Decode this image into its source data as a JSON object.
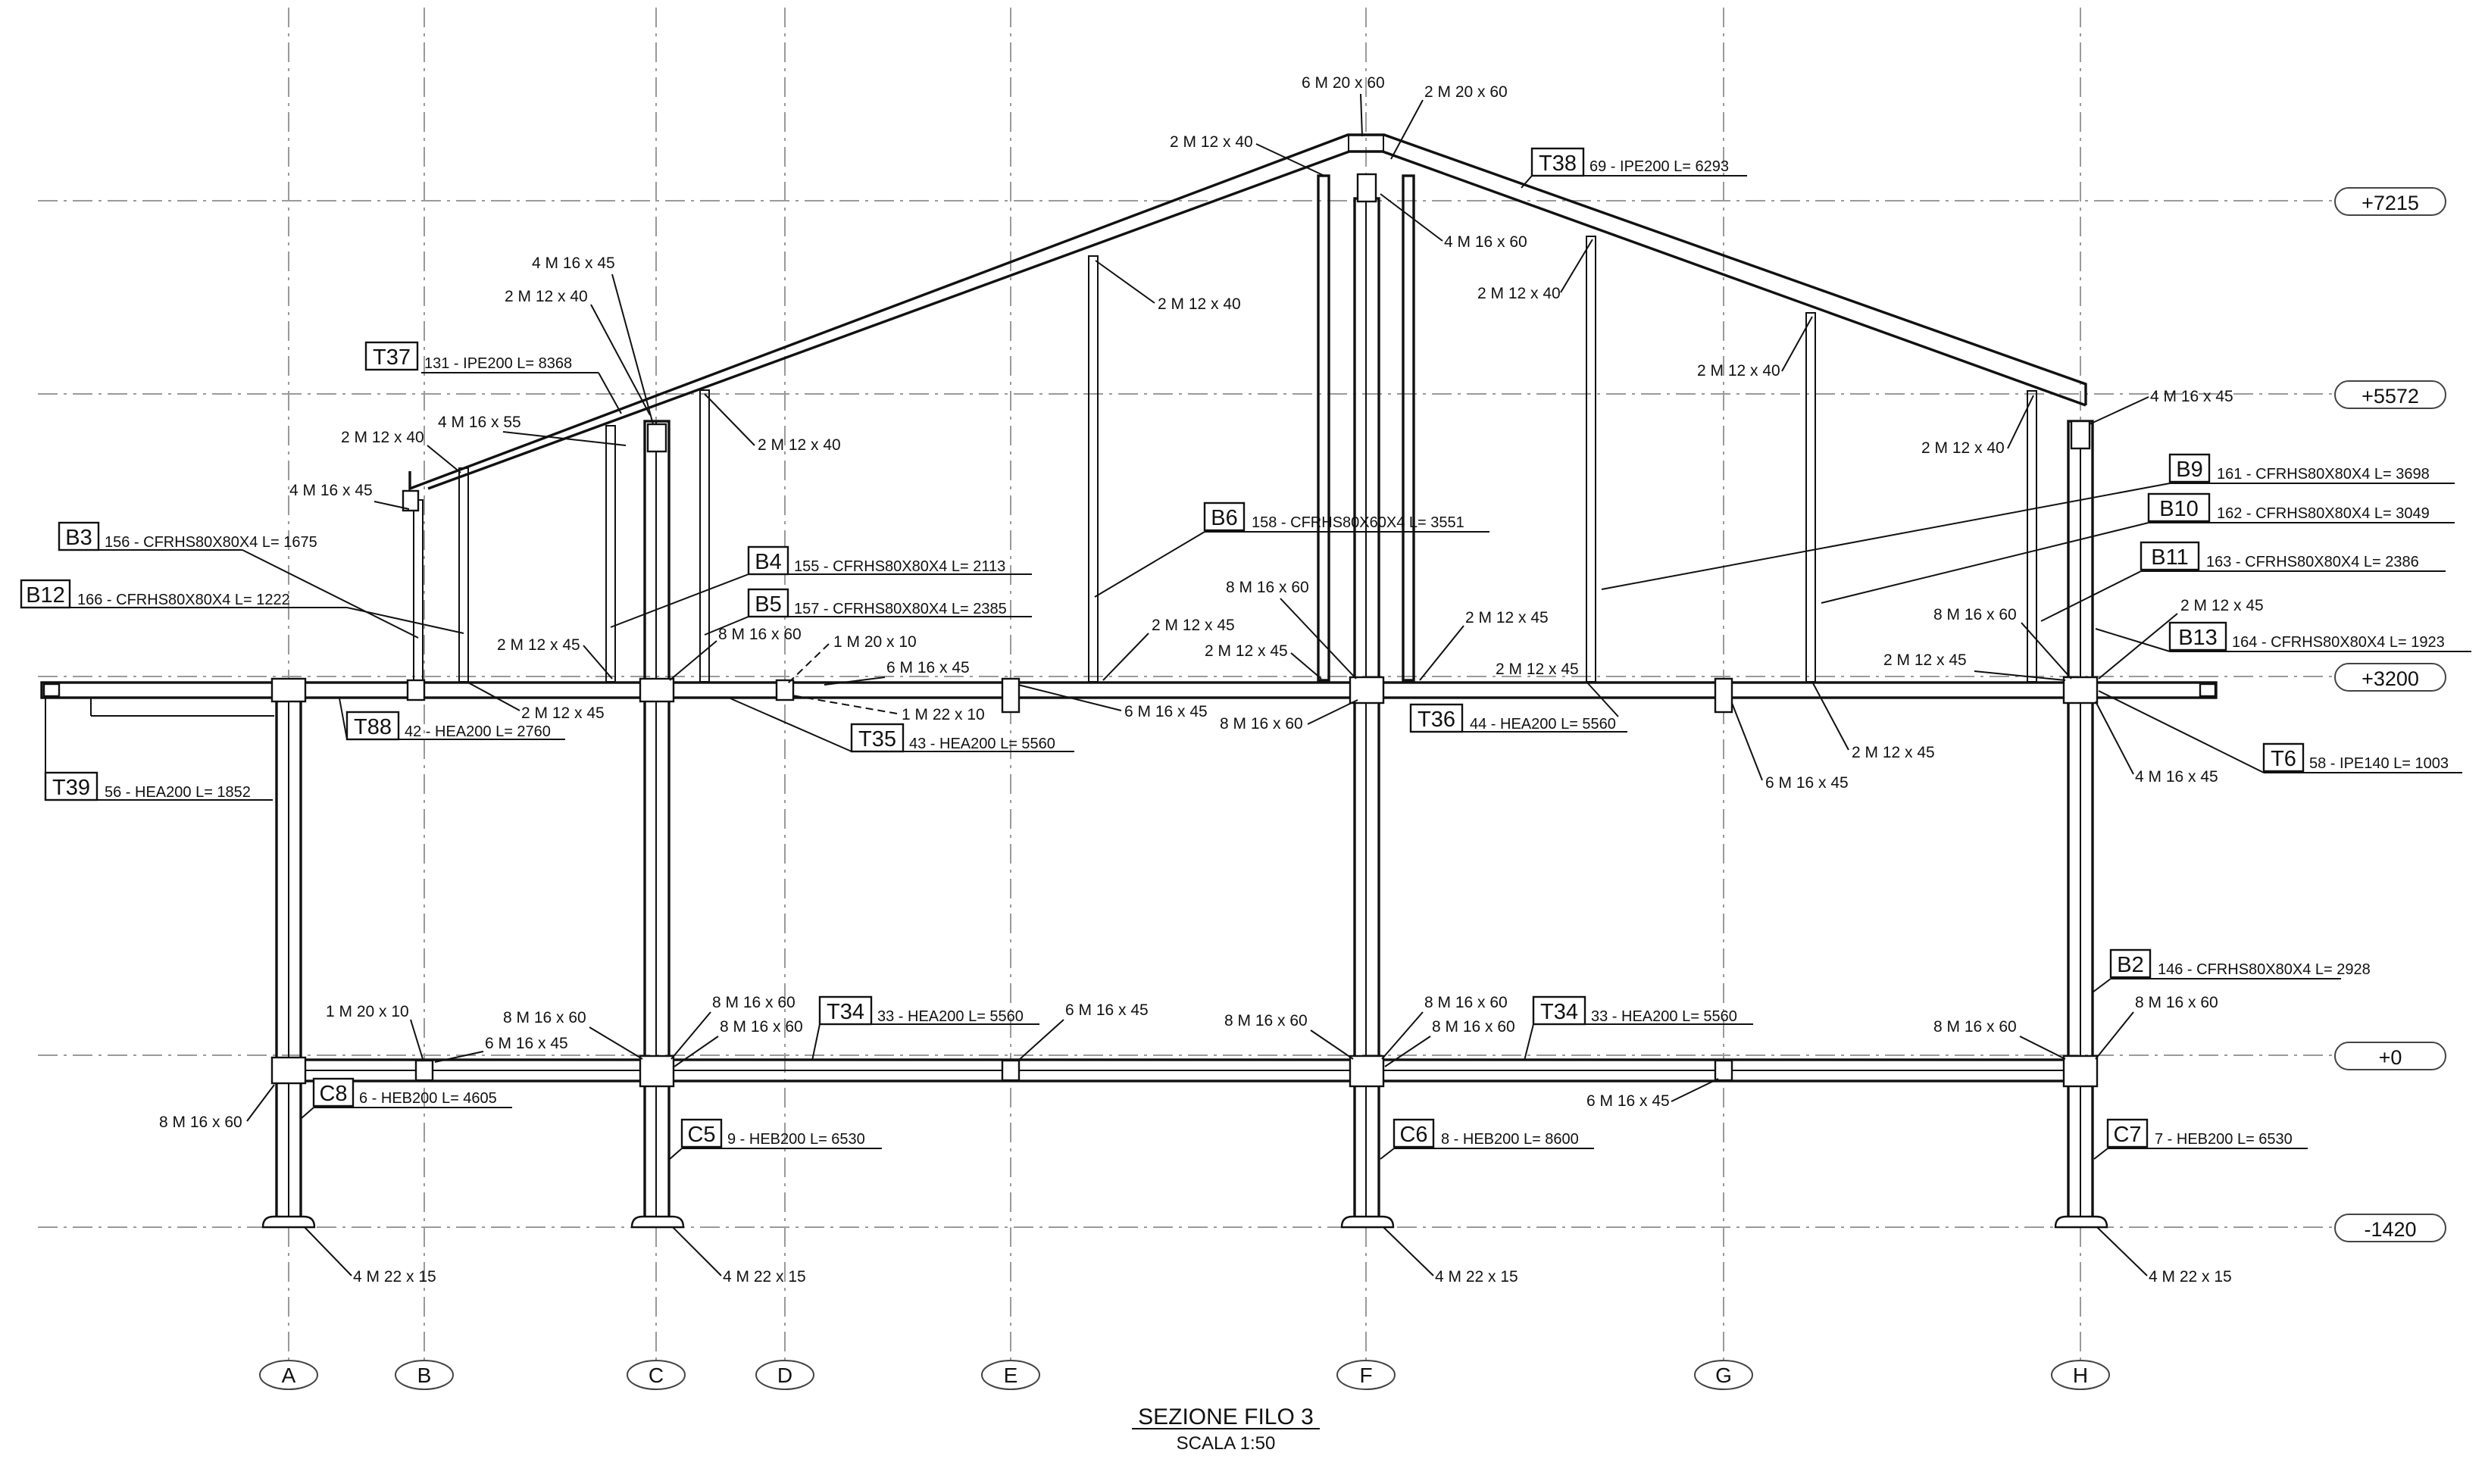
{
  "title": "SEZIONE FILO 3",
  "scale": "SCALA 1:50",
  "grid_axes": [
    "A",
    "B",
    "C",
    "D",
    "E",
    "F",
    "G",
    "H"
  ],
  "levels": [
    "+7215",
    "+5572",
    "+3200",
    "+0",
    "-1420"
  ],
  "members": {
    "T37": {
      "tag": "T37",
      "desc": "131 - IPE200  L= 8368"
    },
    "T38": {
      "tag": "T38",
      "desc": "69 - IPE200  L= 6293"
    },
    "B3": {
      "tag": "B3",
      "desc": "156 - CFRHS80X80X4  L= 1675"
    },
    "B12": {
      "tag": "B12",
      "desc": "166 - CFRHS80X80X4  L= 1222"
    },
    "B4": {
      "tag": "B4",
      "desc": "155 - CFRHS80X80X4  L= 2113"
    },
    "B5": {
      "tag": "B5",
      "desc": "157 - CFRHS80X80X4  L= 2385"
    },
    "B6": {
      "tag": "B6",
      "desc": "158 - CFRHS80X60X4  L= 3551"
    },
    "B9": {
      "tag": "B9",
      "desc": "161 - CFRHS80X80X4  L= 3698"
    },
    "B10": {
      "tag": "B10",
      "desc": "162 - CFRHS80X80X4  L= 3049"
    },
    "B11": {
      "tag": "B11",
      "desc": "163 - CFRHS80X80X4  L= 2386"
    },
    "B13": {
      "tag": "B13",
      "desc": "164 - CFRHS80X80X4  L= 1923"
    },
    "T88": {
      "tag": "T88",
      "desc": "42 - HEA200  L= 2760"
    },
    "T35": {
      "tag": "T35",
      "desc": "43 - HEA200  L= 5560"
    },
    "T36": {
      "tag": "T36",
      "desc": "44 - HEA200  L= 5560"
    },
    "T39": {
      "tag": "T39",
      "desc": "56 - HEA200  L= 1852"
    },
    "T6": {
      "tag": "T6",
      "desc": "58 - IPE140  L= 1003"
    },
    "T34a": {
      "tag": "T34",
      "desc": "33 - HEA200  L= 5560"
    },
    "T34b": {
      "tag": "T34",
      "desc": "33 - HEA200  L= 5560"
    },
    "B2": {
      "tag": "B2",
      "desc": "146 - CFRHS80X80X4  L= 2928"
    },
    "C8": {
      "tag": "C8",
      "desc": "6 - HEB200  L= 4605"
    },
    "C5": {
      "tag": "C5",
      "desc": "9 - HEB200  L= 6530"
    },
    "C6": {
      "tag": "C6",
      "desc": "8 - HEB200  L= 8600"
    },
    "C7": {
      "tag": "C7",
      "desc": "7 - HEB200  L= 6530"
    }
  },
  "bolts": {
    "apex_a": "6 M 20 x 60",
    "apex_b": "2 M 20 x 60",
    "ridge_l": "2 M 12 x 40",
    "ridge_post": "4 M 16 x 60",
    "c_top_a": "4 M 16 x 45",
    "c_top_b": "2 M 12 x 40",
    "d_top": "2 M 12 x 40",
    "mid_l": "2 M 12 x 40",
    "g_top_l": "2 M 12 x 40",
    "g_top_r": "2 M 12 x 40",
    "h_top": "4 M 16 x 45",
    "h_top_l": "2 M 12 x 40",
    "a_top_a": "4 M 16 x 55",
    "a_top_b": "2 M 12 x 40",
    "a_top_c": "4 M 16 x 45",
    "b3_foot": "2 M 12 x 45",
    "t88_r": "2 M 12 x 45",
    "c_mid": "8 M 16 x 60",
    "d_mid": "1 M 20 x 10",
    "d_mid_b": "1 M 22 x 10",
    "e_mid": "6 M 16 x 45",
    "e_mid_b": "6 M 16 x 45",
    "ef_post": "2 M 12 x 45",
    "f_mid_a": "8 M 16 x 60",
    "f_mid_b": "2 M 12 x 45",
    "f_mid_c": "8 M 16 x 60",
    "fg_post": "2 M 12 x 45",
    "fg_beam": "2 M 12 x 45",
    "g_mid": "6 M 16 x 45",
    "g_mid_b": "2 M 12 x 45",
    "h_mid_a": "8 M 16 x 60",
    "h_mid_b": "2 M 12 x 45",
    "h_mid_c": "2 M 12 x 45",
    "h_mid_d": "4 M 16 x 45",
    "b_low": "1 M 20 x 10",
    "b_low_b": "6 M 16 x 45",
    "c_low_a": "8 M 16 x 60",
    "c_low_b": "8 M 16 x 60",
    "c_low_c": "8 M 16 x 60",
    "a_low": "8 M 16 x 60",
    "e_low": "6 M 16 x 45",
    "f_low_a": "8 M 16 x 60",
    "f_low_b": "8 M 16 x 60",
    "f_low_c": "8 M 16 x 60",
    "g_low": "6 M 16 x 45",
    "h_low_a": "8 M 16 x 60",
    "h_low_b": "8 M 16 x 60",
    "base_a": "4 M 22 x 15",
    "base_c": "4 M 22 x 15",
    "base_f": "4 M 22 x 15",
    "base_h": "4 M 22 x 15"
  }
}
